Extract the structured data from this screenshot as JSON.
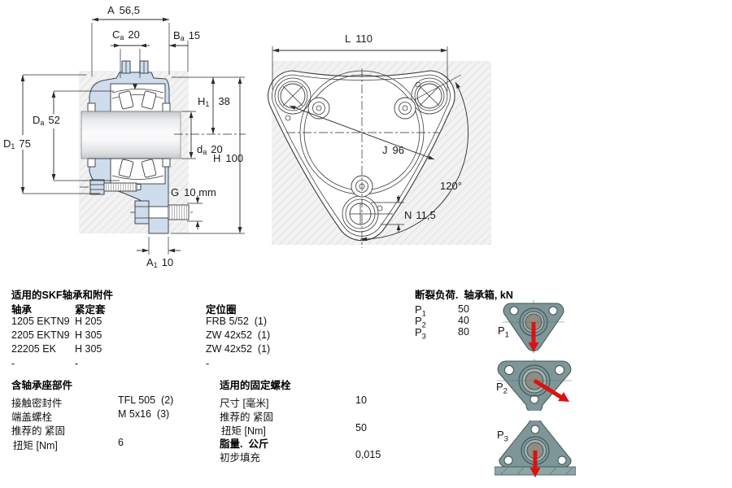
{
  "side_view": {
    "dims": {
      "A": {
        "l": "A",
        "s": "",
        "v": "56,5"
      },
      "Ca": {
        "l": "C",
        "s": "a",
        "v": "20"
      },
      "Ba": {
        "l": "B",
        "s": "a",
        "v": "15"
      },
      "H1": {
        "l": "H",
        "s": "1",
        "v": "38"
      },
      "Da": {
        "l": "D",
        "s": "a",
        "v": "52"
      },
      "D1": {
        "l": "D",
        "s": "1",
        "v": "75"
      },
      "da": {
        "l": "d",
        "s": "a",
        "v": "20"
      },
      "H": {
        "l": "H",
        "s": "",
        "v": "100"
      },
      "G": {
        "l": "G",
        "s": "",
        "v": "10 mm"
      },
      "A1": {
        "l": "A",
        "s": "1",
        "v": "10"
      }
    }
  },
  "front_view": {
    "dims": {
      "L": {
        "l": "L",
        "s": "",
        "v": "110"
      },
      "J": {
        "l": "J",
        "s": "",
        "v": "96"
      },
      "N": {
        "l": "N",
        "s": "",
        "v": "11,5"
      },
      "angle": "120°"
    }
  },
  "tables": {
    "bearings": {
      "title": "适用的SKF轴承和附件",
      "col1": "轴承",
      "col2": "紧定套",
      "rows": [
        {
          "bearing": "1205 EKTN9",
          "sleeve": "H 205"
        },
        {
          "bearing": "2205 EKTN9",
          "sleeve": "H 305"
        },
        {
          "bearing": "22205 EK",
          "sleeve": "H 305"
        },
        {
          "bearing": "-",
          "sleeve": "-"
        }
      ]
    },
    "locating_rings": {
      "title": "定位圈",
      "rows": [
        "FRB 5/52  (1)",
        "ZW 42x52  (1)",
        "ZW 42x52  (1)",
        "-"
      ]
    },
    "breaking_load": {
      "title": "断裂负荷.  轴承箱, kN",
      "rows": [
        {
          "l": "P",
          "s": "1",
          "v": "50"
        },
        {
          "l": "P",
          "s": "2",
          "v": "40"
        },
        {
          "l": "P",
          "s": "3",
          "v": "80"
        }
      ]
    },
    "housing_parts": {
      "title": "含轴承座部件",
      "rows": [
        {
          "label": "接触密封件",
          "value": "TFL 505  (2)"
        },
        {
          "label": "端盖螺栓",
          "value": "M 5x16  (3)"
        },
        {
          "label": "推荐的 紧固",
          "value": ""
        },
        {
          "label": "扭矩 [Nm]",
          "value": "6"
        }
      ]
    },
    "attachment_bolts": {
      "title": "适用的固定螺栓",
      "rows": [
        {
          "label": "尺寸 [毫米]",
          "value": "10"
        },
        {
          "label": "推荐的 紧固",
          "value": ""
        },
        {
          "label": "扭矩 [Nm]",
          "value": "50"
        }
      ]
    },
    "grease": {
      "title": "脂量.  公斤",
      "rows": [
        {
          "label": "初步填充",
          "value": "0,015"
        }
      ]
    },
    "load_images": [
      {
        "l": "P",
        "s": "1"
      },
      {
        "l": "P",
        "s": "2"
      },
      {
        "l": "P",
        "s": "3"
      }
    ]
  },
  "colors": {
    "housing_fill": "#cfdcec",
    "photo_body": "#7e9697",
    "load_arrow": "#dd1111",
    "line": "#3b3b3b"
  }
}
